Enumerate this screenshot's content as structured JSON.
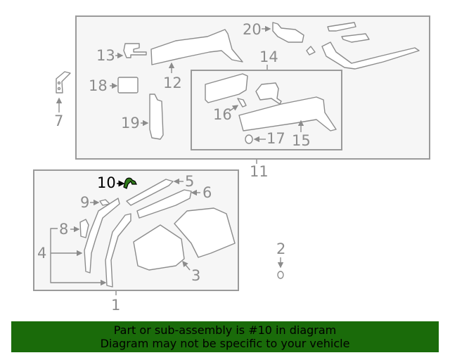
{
  "diagram": {
    "highlighted_part": "10",
    "colors": {
      "frame_fill": "#f6f6f6",
      "frame_border": "#9a9a9a",
      "line_art": "#8c8c8c",
      "highlight_part": "#2f7a1a",
      "highlight_label": "#000000",
      "banner_bg": "#1a6b0a",
      "banner_text": "#000000"
    },
    "assemblies": [
      {
        "id": "11",
        "label": "11",
        "description": "upper assembly frame"
      },
      {
        "id": "14",
        "label": "14",
        "description": "inner sub-assembly frame"
      },
      {
        "id": "1",
        "label": "1",
        "description": "lower-left assembly frame"
      }
    ],
    "callouts": [
      {
        "id": "1",
        "label": "1"
      },
      {
        "id": "2",
        "label": "2"
      },
      {
        "id": "3",
        "label": "3"
      },
      {
        "id": "4",
        "label": "4"
      },
      {
        "id": "5",
        "label": "5"
      },
      {
        "id": "6",
        "label": "6"
      },
      {
        "id": "7",
        "label": "7"
      },
      {
        "id": "8",
        "label": "8"
      },
      {
        "id": "9",
        "label": "9"
      },
      {
        "id": "10",
        "label": "10"
      },
      {
        "id": "11",
        "label": "11"
      },
      {
        "id": "12",
        "label": "12"
      },
      {
        "id": "13",
        "label": "13"
      },
      {
        "id": "14",
        "label": "14"
      },
      {
        "id": "15",
        "label": "15"
      },
      {
        "id": "16",
        "label": "16"
      },
      {
        "id": "17",
        "label": "17"
      },
      {
        "id": "18",
        "label": "18"
      },
      {
        "id": "19",
        "label": "19"
      },
      {
        "id": "20",
        "label": "20"
      }
    ]
  },
  "banner": {
    "line1": "Part or sub-assembly is #10 in diagram",
    "line2": "Diagram may not be specific to your vehicle"
  }
}
